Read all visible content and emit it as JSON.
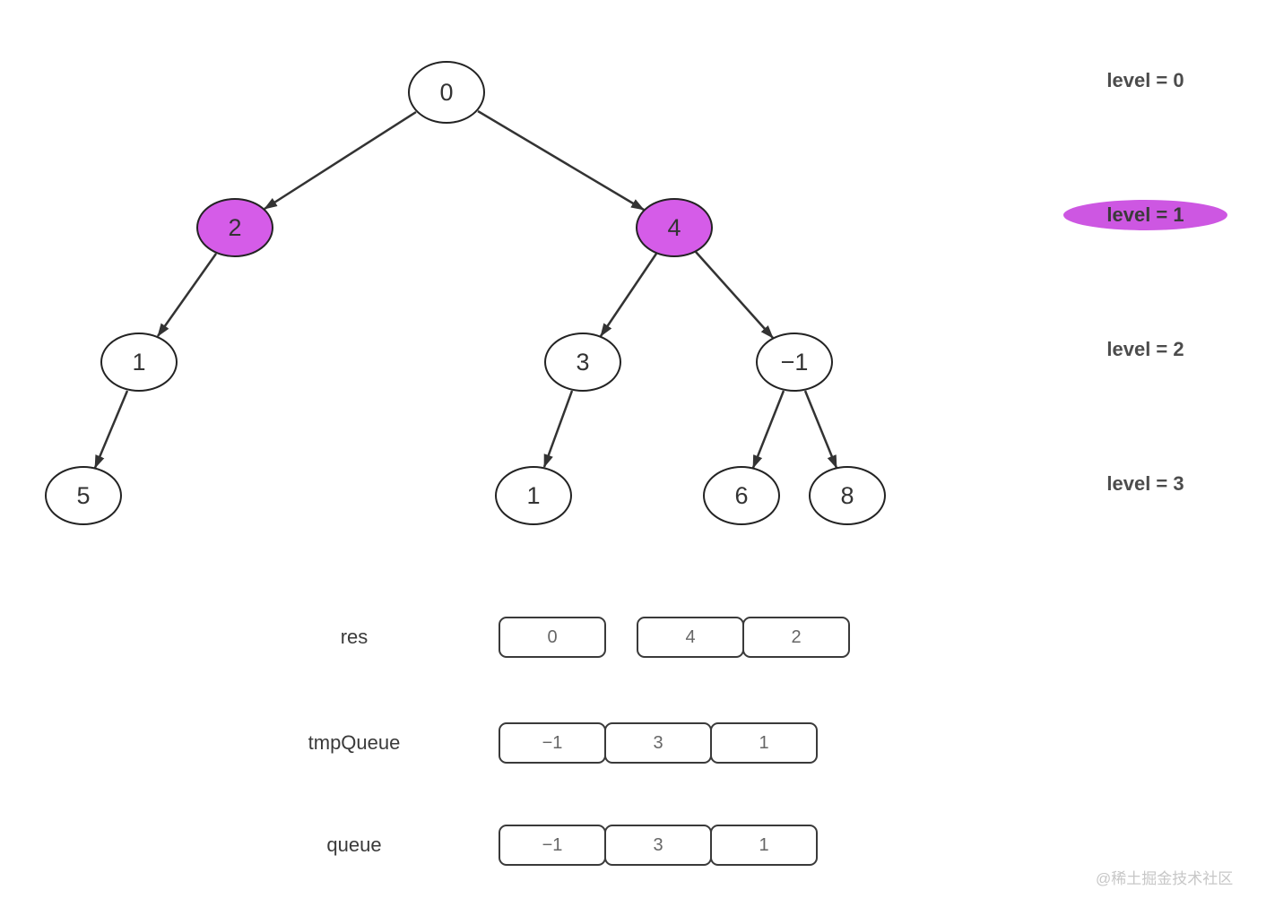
{
  "colors": {
    "node_highlight": "#d55ce8",
    "label_highlight": "#cd57e2"
  },
  "tree": {
    "nodes": [
      {
        "value": "0",
        "highlighted": false,
        "level": 0
      },
      {
        "value": "2",
        "highlighted": true,
        "level": 1
      },
      {
        "value": "4",
        "highlighted": true,
        "level": 1
      },
      {
        "value": "1",
        "highlighted": false,
        "level": 2
      },
      {
        "value": "3",
        "highlighted": false,
        "level": 2
      },
      {
        "value": "−1",
        "highlighted": false,
        "level": 2
      },
      {
        "value": "5",
        "highlighted": false,
        "level": 3
      },
      {
        "value": "1",
        "highlighted": false,
        "level": 3
      },
      {
        "value": "6",
        "highlighted": false,
        "level": 3
      },
      {
        "value": "8",
        "highlighted": false,
        "level": 3
      }
    ],
    "edges": [
      "0→2",
      "0→4",
      "2→1",
      "1→5",
      "4→3",
      "4→−1",
      "3→1",
      "−1→6",
      "−1→8"
    ]
  },
  "levels": [
    {
      "label": "level = 0",
      "highlighted": false
    },
    {
      "label": "level = 1",
      "highlighted": true
    },
    {
      "label": "level = 2",
      "highlighted": false
    },
    {
      "label": "level = 3",
      "highlighted": false
    }
  ],
  "arrays": [
    {
      "name": "res",
      "groups": [
        [
          "0"
        ],
        [
          "4",
          "2"
        ]
      ]
    },
    {
      "name": "tmpQueue",
      "groups": [
        [
          "−1",
          "3",
          "1"
        ]
      ]
    },
    {
      "name": "queue",
      "groups": [
        [
          "−1",
          "3",
          "1"
        ]
      ]
    }
  ],
  "watermark": "@稀土掘金技术社区"
}
